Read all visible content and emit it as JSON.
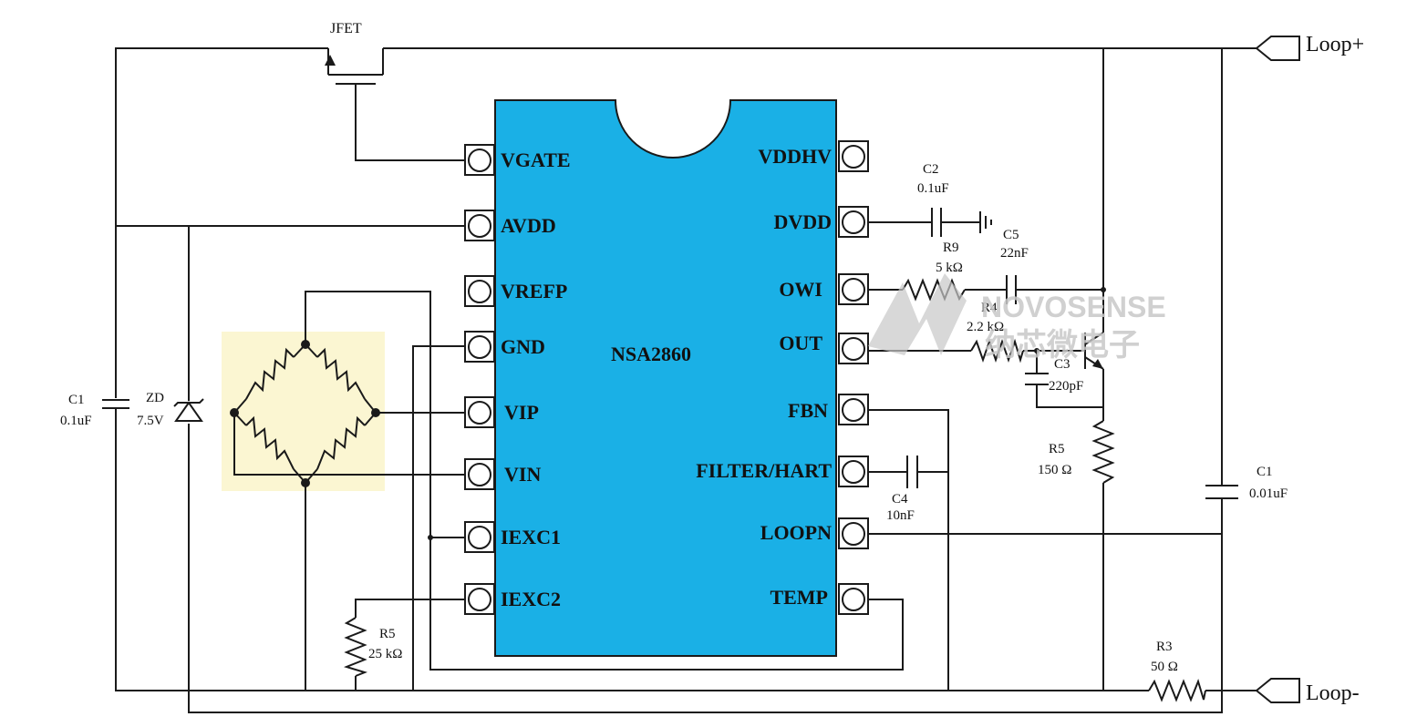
{
  "chip": {
    "name": "NSA2860",
    "body_color": "#1ab0e6",
    "left_pins": [
      "VGATE",
      "AVDD",
      "VREFP",
      "GND",
      "VIP",
      "VIN",
      "IEXC1",
      "IEXC2"
    ],
    "right_pins": [
      "VDDHV",
      "DVDD",
      "OWI",
      "OUT",
      "FBN",
      "FILTER/HART",
      "LOOPN",
      "TEMP"
    ]
  },
  "components": {
    "jfet": "JFET",
    "c1_left_name": "C1",
    "c1_left_value": "0.1uF",
    "zd_name": "ZD",
    "zd_value": "7.5V",
    "c2_name": "C2",
    "c2_value": "0.1uF",
    "r9_name": "R9",
    "r9_value": "5 kΩ",
    "c5_name": "C5",
    "c5_value": "22nF",
    "r4_name": "R4",
    "r4_value": "2.2 kΩ",
    "c3_name": "C3",
    "c3_value": "220pF",
    "r5_right_name": "R5",
    "r5_right_value": "150 Ω",
    "c4_name": "C4",
    "c4_value": "10nF",
    "c1_right_name": "C1",
    "c1_right_value": "0.01uF",
    "r5_left_name": "R5",
    "r5_left_value": "25 kΩ",
    "r3_name": "R3",
    "r3_value": "50 Ω"
  },
  "ports": {
    "loop_plus": "Loop+",
    "loop_minus": "Loop-"
  },
  "watermark": {
    "brand": "NOVOSENSE",
    "chinese": "纳芯微电子"
  },
  "colors": {
    "chip": "#1ab0e6",
    "bridge_highlight": "#fbf6d2",
    "wire": "#1a1a1a"
  }
}
